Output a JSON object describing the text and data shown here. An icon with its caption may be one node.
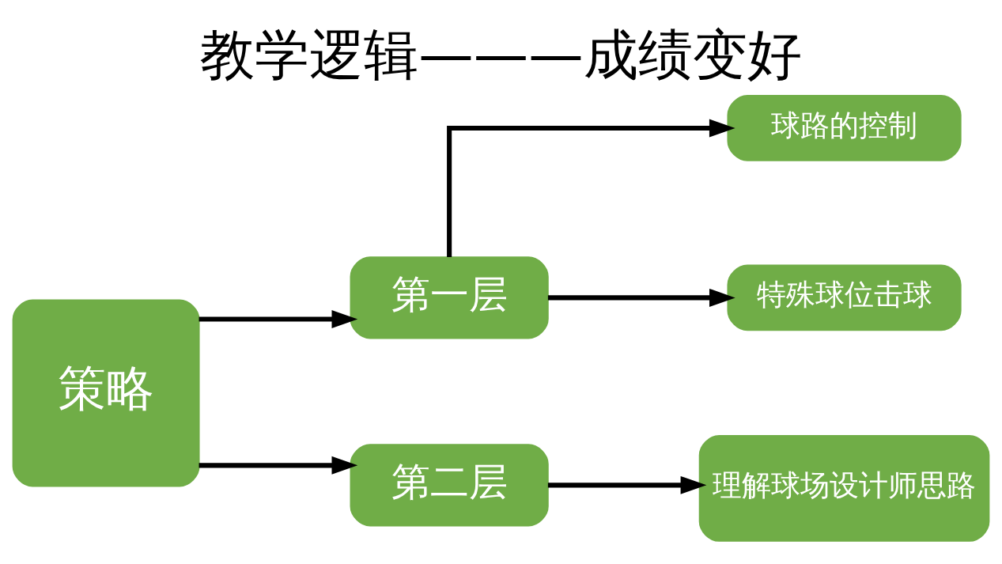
{
  "diagram": {
    "title": "教学逻辑———成绩变好",
    "nodes": [
      {
        "text": [
          "策略"
        ]
      },
      {
        "text": [
          "第一层"
        ]
      },
      {
        "text": [
          "第二层"
        ]
      },
      {
        "text": [
          "球路的控制"
        ]
      },
      {
        "text": [
          "特殊球位击球"
        ]
      },
      {
        "text": [
          "理解球场设计师思路"
        ]
      }
    ],
    "edges": [
      {
        "from": 0,
        "to": 1,
        "arrow": "to"
      },
      {
        "from": 0,
        "to": 2,
        "arrow": "to"
      },
      {
        "from": 1,
        "to": 3,
        "arrow": "to"
      },
      {
        "from": 1,
        "to": 4,
        "arrow": "to"
      },
      {
        "from": 2,
        "to": 5,
        "arrow": "to"
      }
    ]
  }
}
